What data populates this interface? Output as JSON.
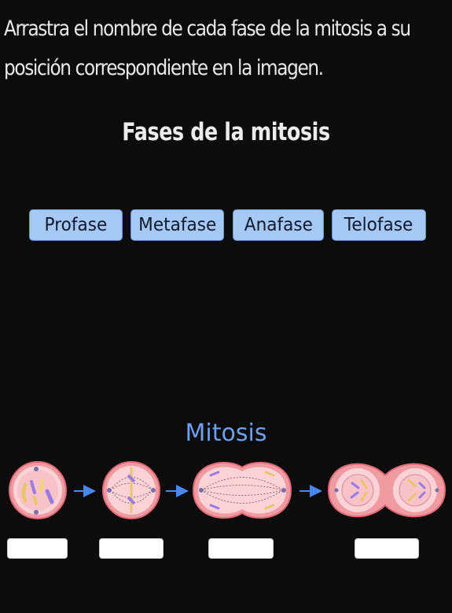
{
  "instruction": "Arrastra el nombre de cada fase de la mitosis a su posición correspondiente en la imagen.",
  "section_title": "Fases de la mitosis",
  "phase_options": [
    "Profase",
    "Metafase",
    "Anafase",
    "Telofase"
  ],
  "diagram": {
    "title": "Mitosis",
    "stages": [
      "prophase-cell",
      "metaphase-cell",
      "anaphase-cell",
      "telophase-cell"
    ]
  },
  "colors": {
    "chip_fill": "#a6c8f5",
    "chip_border": "#6d98d8",
    "diagram_title": "#6ea0ee",
    "arrow": "#4a86f0",
    "cell_fill": "#f4a0a6",
    "nucleus_fill": "#fbd3d6"
  }
}
